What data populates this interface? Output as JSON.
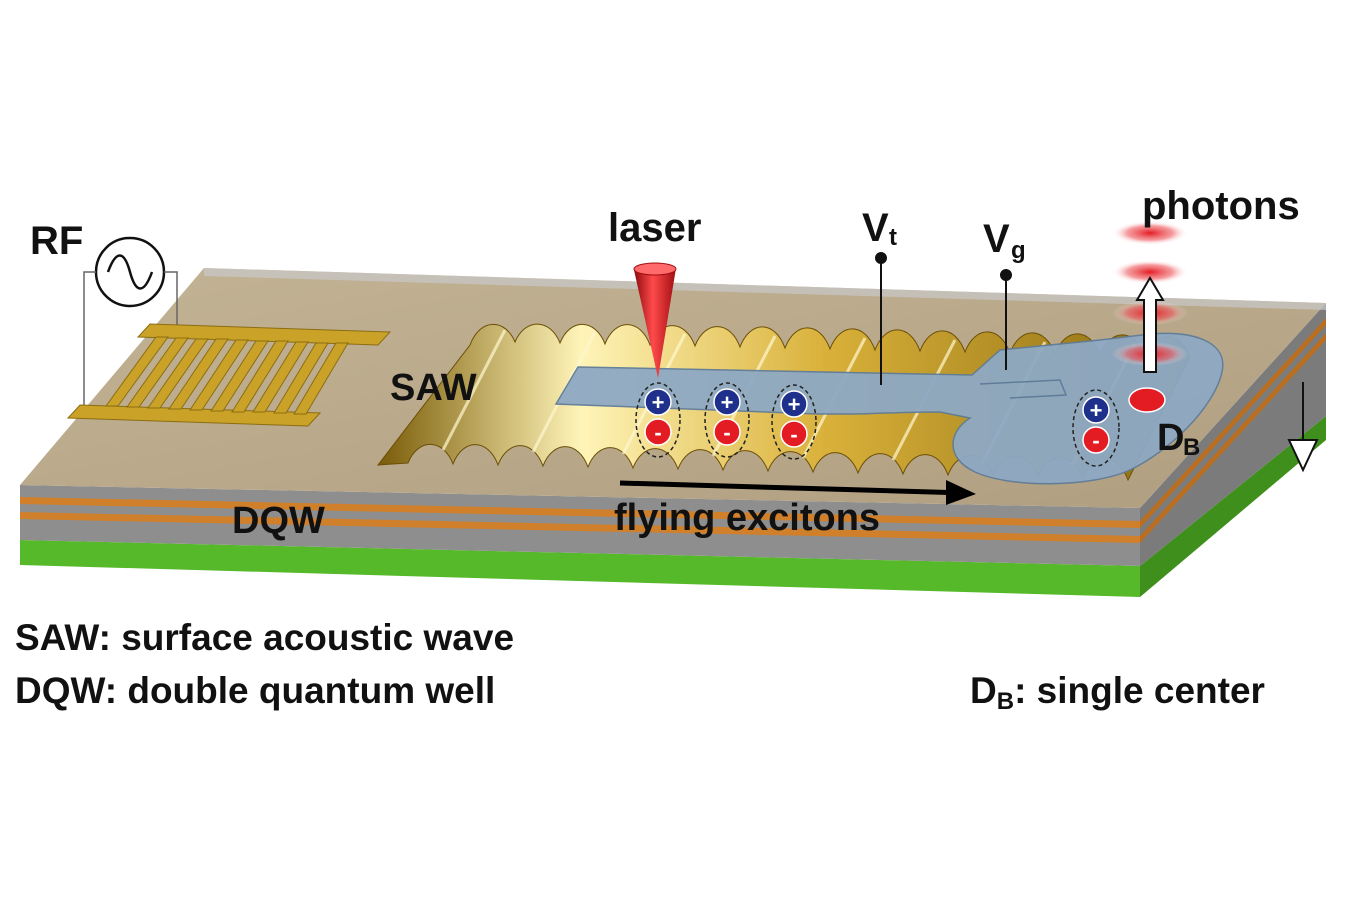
{
  "labels": {
    "rf": "RF",
    "laser": "laser",
    "vt_main": "V",
    "vt_sub": "t",
    "vg_main": "V",
    "vg_sub": "g",
    "photons": "photons",
    "saw": "SAW",
    "dqw": "DQW",
    "db_main": "D",
    "db_sub": "B",
    "flying_excitons": "flying excitons",
    "plus": "+",
    "minus": "-"
  },
  "legend": {
    "saw_line": "SAW: surface acoustic wave",
    "dqw_line": "DQW: double quantum well",
    "db_main": "D",
    "db_sub": "B",
    "db_rest": ": single center"
  },
  "colors": {
    "substrate_top": "#b8a88c",
    "substrate_side": "#8f8f8f",
    "qw_stripe": "#d0802a",
    "base_green": "#55b92a",
    "gold": "#c9a227",
    "gate": "#8ea9c4",
    "hole": "#1e2f8c",
    "electron": "#e31b23",
    "laser": "#d0161c"
  },
  "icons": [
    "ac-source-icon",
    "interdigital-transducer-icon",
    "laser-cone-icon",
    "arrow-right-icon",
    "arrow-up-hollow-icon",
    "arrow-down-hollow-icon"
  ]
}
